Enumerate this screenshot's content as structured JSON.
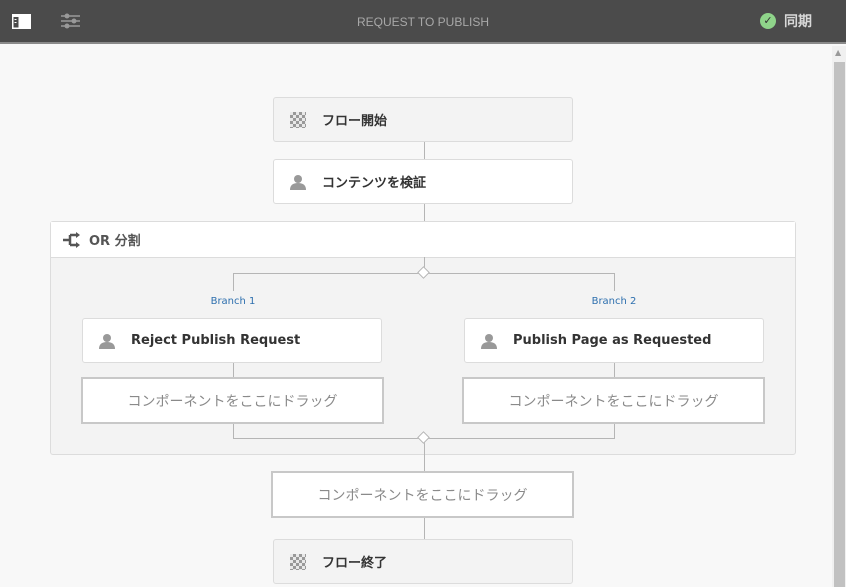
{
  "header": {
    "title": "REQUEST TO PUBLISH",
    "sync_label": "同期"
  },
  "flow": {
    "start": "フロー開始",
    "validate": "コンテンツを検証",
    "or_split": {
      "label": "OR 分割",
      "branches": [
        {
          "label": "Branch 1",
          "step": "Reject Publish Request",
          "drop": "コンポーネントをここにドラッグ"
        },
        {
          "label": "Branch 2",
          "step": "Publish Page as Requested",
          "drop": "コンポーネントをここにドラッグ"
        }
      ]
    },
    "drop": "コンポーネントをここにドラッグ",
    "end": "フロー終了"
  },
  "colors": {
    "header_bg": "#4b4b4b",
    "branch_label": "#2d6fae",
    "sync_check": "#8fd48a"
  }
}
